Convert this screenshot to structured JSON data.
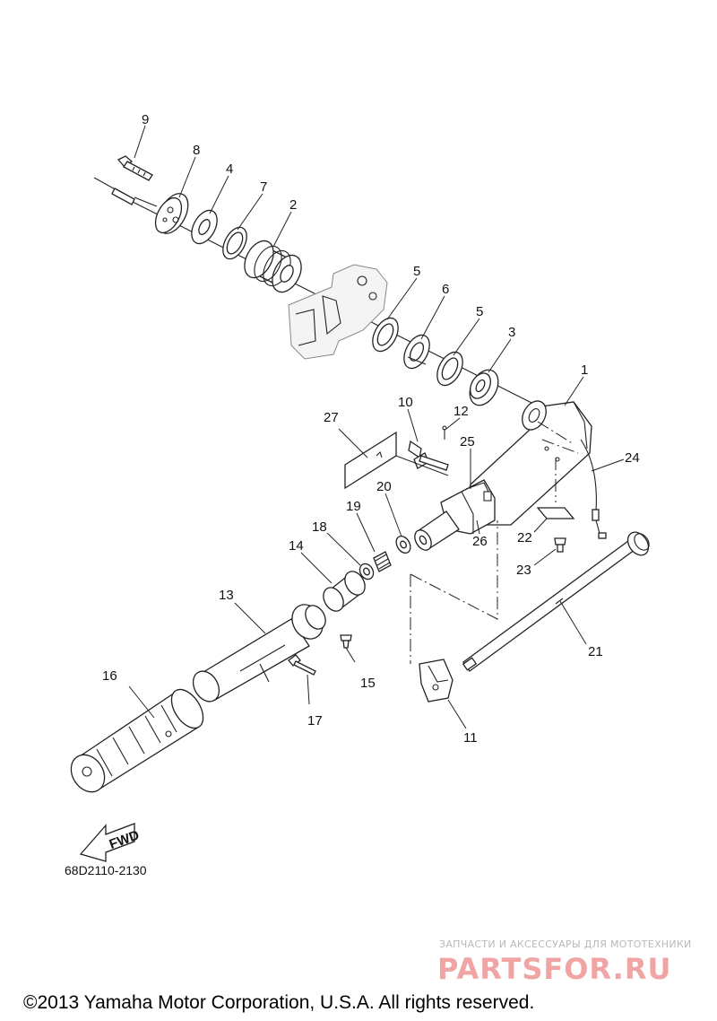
{
  "diagram": {
    "callouts": [
      "1",
      "2",
      "3",
      "4",
      "5",
      "5",
      "6",
      "7",
      "8",
      "9",
      "10",
      "11",
      "12",
      "13",
      "14",
      "15",
      "16",
      "17",
      "18",
      "19",
      "20",
      "21",
      "22",
      "23",
      "24",
      "25",
      "26",
      "27"
    ],
    "arrow_label": "FWD",
    "diagram_code": "68D2110-2130"
  },
  "watermark": {
    "tagline": "ЗАПЧАСТИ И АКСЕССУАРЫ ДЛЯ МОТОТЕХНИКИ",
    "brand": "PARTSFOR.RU",
    "brand_color": "#f0a4a4"
  },
  "footer": {
    "copyright": "©2013 Yamaha Motor Corporation, U.S.A. All rights reserved."
  }
}
